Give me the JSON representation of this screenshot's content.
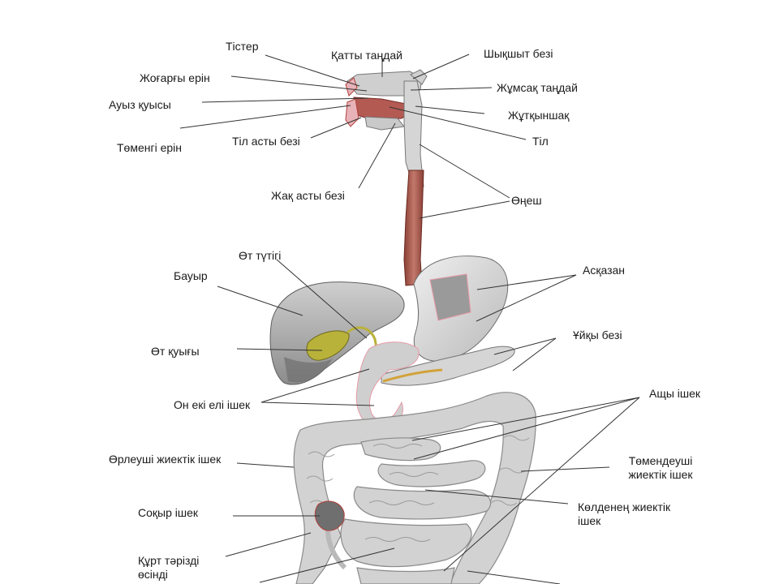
{
  "labels": {
    "teeth": "Тістер",
    "hard_palate": "Қатты таңдай",
    "parotid_gland": "Шықшыт безі",
    "upper_lip": "Жоғарғы ерін",
    "soft_palate": "Жұмсақ таңдай",
    "oral_cavity": "Ауыз қуысы",
    "pharynx": "Жұтқыншақ",
    "sublingual_gland": "Тіл асты безі",
    "tongue": "Тіл",
    "lower_lip": "Төменгі ерін",
    "submandibular_gland": "Жақ асты безі",
    "esophagus": "Өңеш",
    "bile_duct": "Өт түтігі",
    "liver": "Бауыр",
    "stomach": "Асқазан",
    "pancreas": "Ұйқы безі",
    "gallbladder": "Өт қуығы",
    "duodenum": "Он екі елі ішек",
    "small_intestine": "Ащы ішек",
    "ascending_colon": "Өрлеуші жиектік ішек",
    "descending_colon": "Төмендеуші жиектік ішек",
    "cecum": "Соқыр ішек",
    "transverse_colon": "Көлденең жиектік ішек",
    "appendix": "Құрт тәрізді өсінді"
  },
  "colors": {
    "organ_fill": "#d9d9d9",
    "organ_stroke": "#7a7a7a",
    "esophagus": "#a8574a",
    "muscle_red": "#b2403b",
    "bile": "#b9b23a",
    "outline_pink": "#e89aa7"
  }
}
